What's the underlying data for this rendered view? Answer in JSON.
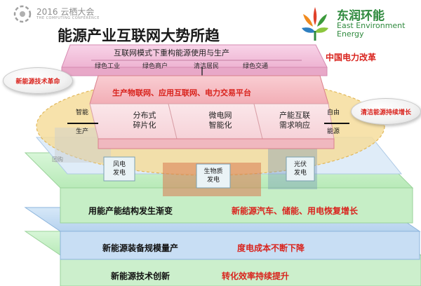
{
  "conference": {
    "logo_name": "2016 云栖大会",
    "logo_sub": "THE COMPUTING CONFERENCE"
  },
  "title": "能源产业互联网大势所趋",
  "company": {
    "name_cn": "东润环能",
    "name_en_line1": "East Environment",
    "name_en_line2": "Energy"
  },
  "power_reform": "中国电力改革",
  "left_badge": "新能源技术革命",
  "right_badge": "清洁能源持续增长",
  "internet_mode": {
    "title": "互联网模式下重构能源使用与生产",
    "items": [
      "绿色工业",
      "绿色商户",
      "清洁居民",
      "绿色交通"
    ]
  },
  "platform": "生产物联网、应用互联网、电力交易平台",
  "panels": [
    [
      "分布式",
      "碎片化"
    ],
    [
      "微电网",
      "智能化"
    ],
    [
      "产能互联",
      "需求响应"
    ]
  ],
  "left_labels": {
    "smart": "智能",
    "production": "生产",
    "group": "团购"
  },
  "right_labels": {
    "free": "自由",
    "energy": "能源"
  },
  "generation_sources": [
    [
      "风电",
      "发电"
    ],
    [
      "生物质",
      "发电"
    ],
    [
      "光伏",
      "发电"
    ]
  ],
  "layers": [
    {
      "left": "用能产能结构发生渐变",
      "right": "新能源汽车、储能、用电恢复增长"
    },
    {
      "left": "新能源装备规模量产",
      "right": "度电成本不断下降"
    },
    {
      "left": "新能源技术创新",
      "right": "转化效率持续提升"
    }
  ],
  "colors": {
    "title_text": "#1a1a1a",
    "accent_red": "#d9231d",
    "brand_green": "#2f8a3e",
    "pink_layer": "#f3c3dd",
    "platform_top": "#f6c0c6",
    "ellipse_fill": "#f6dfa0",
    "layer_green": "#c8f0c8",
    "layer_blue": "#c4dcf4"
  }
}
